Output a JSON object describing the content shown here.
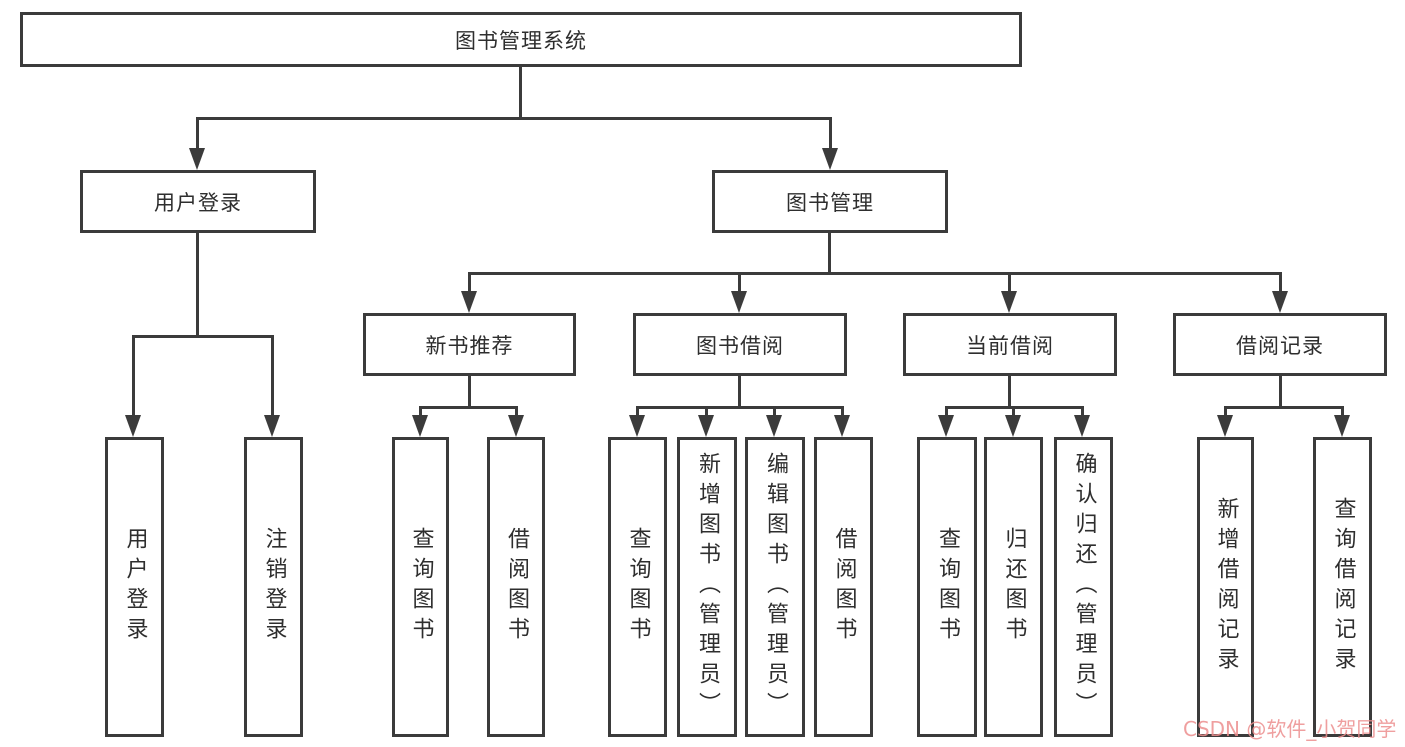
{
  "tree": {
    "label": "图书管理系统",
    "children": [
      {
        "label": "用户登录",
        "children": [
          {
            "label": "用户登录"
          },
          {
            "label": "注销登录"
          }
        ]
      },
      {
        "label": "图书管理",
        "children": [
          {
            "label": "新书推荐",
            "children": [
              {
                "label": "查询图书"
              },
              {
                "label": "借阅图书"
              }
            ]
          },
          {
            "label": "图书借阅",
            "children": [
              {
                "label": "查询图书"
              },
              {
                "label": "新增图书（管理员）"
              },
              {
                "label": "编辑图书（管理员）"
              },
              {
                "label": "借阅图书"
              }
            ]
          },
          {
            "label": "当前借阅",
            "children": [
              {
                "label": "查询图书"
              },
              {
                "label": "归还图书"
              },
              {
                "label": "确认归还（管理员）"
              }
            ]
          },
          {
            "label": "借阅记录",
            "children": [
              {
                "label": "新增借阅记录"
              },
              {
                "label": "查询借阅记录"
              }
            ]
          }
        ]
      }
    ]
  },
  "watermark": {
    "text": "CSDN @软件_小贺同学"
  },
  "colors": {
    "line": "#3b3b3b",
    "box_border": "#3b3b3b",
    "text": "#2e2e2e",
    "watermark": "#ec8e8e",
    "background": "#ffffff"
  }
}
